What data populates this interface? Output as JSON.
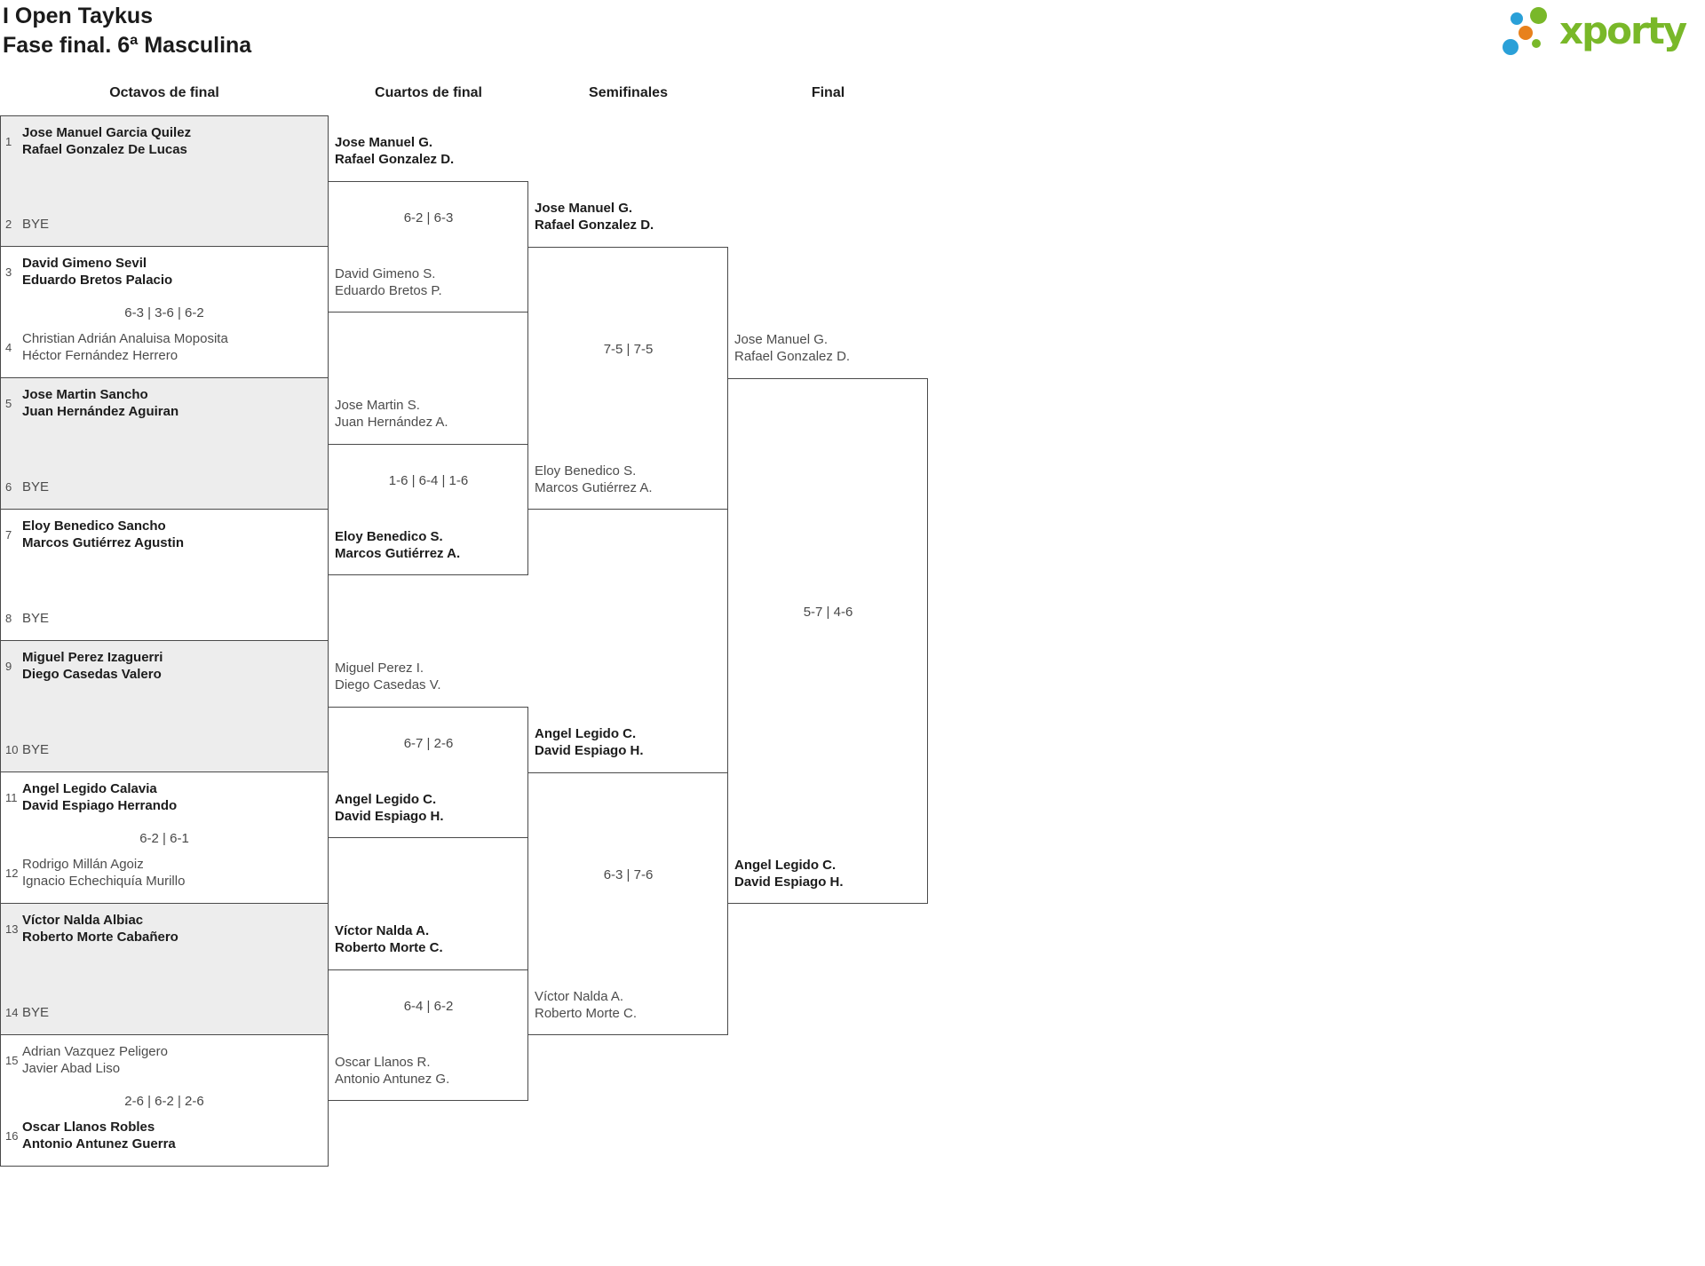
{
  "header": {
    "title_line1": "I Open Taykus",
    "title_line2": "Fase final. 6ª Masculina",
    "logo_text": "xporty",
    "logo_colors": {
      "green": "#79b829",
      "blue": "#2aa0d8",
      "orange": "#e8811c"
    }
  },
  "round_headers": [
    "Octavos de final",
    "Cuartos de final",
    "Semifinales",
    "Final"
  ],
  "bracket": {
    "octavos": [
      {
        "t1_seed": "1",
        "t1_line1": "Jose Manuel Garcia Quilez",
        "t1_line2": "Rafael Gonzalez De Lucas",
        "t1_winner": true,
        "score": "",
        "t2_seed": "2",
        "t2_line1": "BYE",
        "t2_line2": "",
        "t2_winner": false
      },
      {
        "t1_seed": "3",
        "t1_line1": "David Gimeno Sevil",
        "t1_line2": "Eduardo Bretos Palacio",
        "t1_winner": true,
        "score": "6-3 | 3-6 | 6-2",
        "t2_seed": "4",
        "t2_line1": "Christian Adrián Analuisa Moposita",
        "t2_line2": "Héctor Fernández Herrero",
        "t2_winner": false
      },
      {
        "t1_seed": "5",
        "t1_line1": "Jose Martin Sancho",
        "t1_line2": "Juan Hernández Aguiran",
        "t1_winner": true,
        "score": "",
        "t2_seed": "6",
        "t2_line1": "BYE",
        "t2_line2": "",
        "t2_winner": false
      },
      {
        "t1_seed": "7",
        "t1_line1": "Eloy Benedico Sancho",
        "t1_line2": "Marcos Gutiérrez Agustin",
        "t1_winner": true,
        "score": "",
        "t2_seed": "8",
        "t2_line1": "BYE",
        "t2_line2": "",
        "t2_winner": false
      },
      {
        "t1_seed": "9",
        "t1_line1": "Miguel Perez Izaguerri",
        "t1_line2": "Diego Casedas Valero",
        "t1_winner": true,
        "score": "",
        "t2_seed": "10",
        "t2_line1": "BYE",
        "t2_line2": "",
        "t2_winner": false
      },
      {
        "t1_seed": "11",
        "t1_line1": "Angel Legido Calavia",
        "t1_line2": "David Espiago Herrando",
        "t1_winner": true,
        "score": "6-2 | 6-1",
        "t2_seed": "12",
        "t2_line1": "Rodrigo Millán Agoiz",
        "t2_line2": "Ignacio Echechiquía Murillo",
        "t2_winner": false
      },
      {
        "t1_seed": "13",
        "t1_line1": "Víctor Nalda Albiac",
        "t1_line2": "Roberto Morte Cabañero",
        "t1_winner": true,
        "score": "",
        "t2_seed": "14",
        "t2_line1": "BYE",
        "t2_line2": "",
        "t2_winner": false
      },
      {
        "t1_seed": "15",
        "t1_line1": "Adrian Vazquez Peligero",
        "t1_line2": "Javier Abad Liso",
        "t1_winner": false,
        "score": "2-6 | 6-2 | 2-6",
        "t2_seed": "16",
        "t2_line1": "Oscar Llanos Robles",
        "t2_line2": "Antonio Antunez Guerra",
        "t2_winner": true
      }
    ],
    "cuartos": [
      {
        "t1_line1": "Jose Manuel G.",
        "t1_line2": "Rafael Gonzalez D.",
        "t1_winner": true,
        "score": "6-2 | 6-3",
        "t2_line1": "David Gimeno S.",
        "t2_line2": "Eduardo Bretos P.",
        "t2_winner": false
      },
      {
        "t1_line1": "Jose Martin S.",
        "t1_line2": "Juan Hernández A.",
        "t1_winner": false,
        "score": "1-6 | 6-4 | 1-6",
        "t2_line1": "Eloy Benedico S.",
        "t2_line2": "Marcos Gutiérrez A.",
        "t2_winner": true
      },
      {
        "t1_line1": "Miguel Perez I.",
        "t1_line2": "Diego Casedas V.",
        "t1_winner": false,
        "score": "6-7 | 2-6",
        "t2_line1": "Angel Legido C.",
        "t2_line2": "David Espiago H.",
        "t2_winner": true
      },
      {
        "t1_line1": "Víctor Nalda A.",
        "t1_line2": "Roberto Morte C.",
        "t1_winner": true,
        "score": "6-4 | 6-2",
        "t2_line1": "Oscar Llanos R.",
        "t2_line2": "Antonio Antunez G.",
        "t2_winner": false
      }
    ],
    "semifinales": [
      {
        "t1_line1": "Jose Manuel G.",
        "t1_line2": "Rafael Gonzalez D.",
        "t1_winner": true,
        "score": "7-5 | 7-5",
        "t2_line1": "Eloy Benedico S.",
        "t2_line2": "Marcos Gutiérrez A.",
        "t2_winner": false
      },
      {
        "t1_line1": "Angel Legido C.",
        "t1_line2": "David Espiago H.",
        "t1_winner": true,
        "score": "6-3 | 7-6",
        "t2_line1": "Víctor Nalda A.",
        "t2_line2": "Roberto Morte C.",
        "t2_winner": false
      }
    ],
    "final": [
      {
        "t1_line1": "Jose Manuel G.",
        "t1_line2": "Rafael Gonzalez D.",
        "t1_winner": false,
        "score": "5-7 | 4-6",
        "t2_line1": "Angel Legido C.",
        "t2_line2": "David Espiago H.",
        "t2_winner": true
      }
    ]
  }
}
